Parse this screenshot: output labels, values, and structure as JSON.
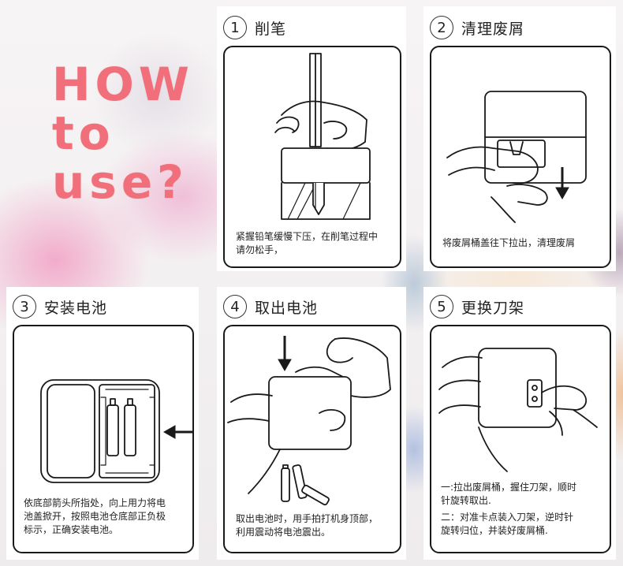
{
  "heading": {
    "line1": "HOW",
    "line2": "to",
    "line3": "use?"
  },
  "steps": [
    {
      "number": "1",
      "title": "削笔",
      "caption_line1": "紧握铅笔缓慢下压，在削笔过程中",
      "caption_line2": "请勿松手，",
      "caption_line3": ""
    },
    {
      "number": "2",
      "title": "清理废屑",
      "caption_line1": "将废屑桶盖往下拉出，清理废屑",
      "caption_line2": "",
      "caption_line3": ""
    },
    {
      "number": "3",
      "title": "安装电池",
      "caption_line1": "依底部箭头所指处，向上用力将电",
      "caption_line2": "池盖掀开，按照电池仓底部正负极",
      "caption_line3": "标示，正确安装电池。"
    },
    {
      "number": "4",
      "title": "取出电池",
      "caption_line1": "取出电池时，用手拍打机身顶部，",
      "caption_line2": "利用震动将电池震出。",
      "caption_line3": ""
    },
    {
      "number": "5",
      "title": "更换刀架",
      "caption_line1": "一:拉出废屑桶，握住刀架，顺时",
      "caption_line2": "针旋转取出.",
      "caption_line3": "二：对准卡点装入刀架，逆时针",
      "caption_line4": "旋转归位，并装好废屑桶."
    }
  ],
  "colors": {
    "heading": "#f06f7a",
    "line": "#1a1a1a",
    "background": "#f3f1f2"
  }
}
